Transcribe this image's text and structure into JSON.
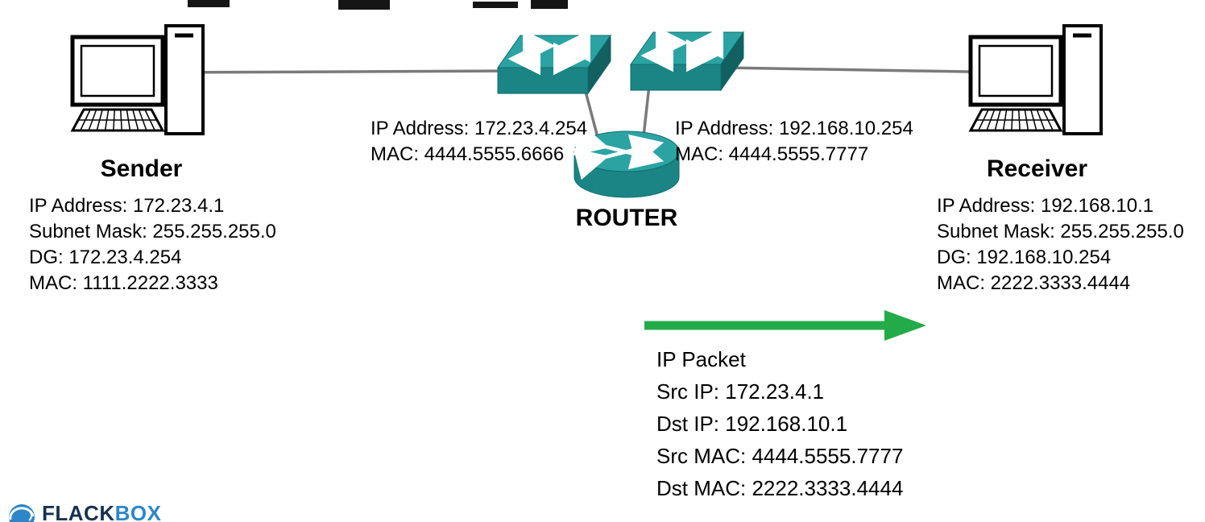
{
  "sender": {
    "title": "Sender",
    "details": [
      "IP Address: 172.23.4.1",
      "Subnet Mask: 255.255.255.0",
      "DG: 172.23.4.254",
      "MAC: 1111.2222.3333"
    ]
  },
  "receiver": {
    "title": "Receiver",
    "details": [
      "IP Address: 192.168.10.1",
      "Subnet Mask: 255.255.255.0",
      "DG: 192.168.10.254",
      "MAC: 2222.3333.4444"
    ]
  },
  "router": {
    "title": "ROUTER",
    "left_interface": [
      "IP Address: 172.23.4.254",
      "MAC: 4444.5555.6666"
    ],
    "right_interface": [
      "IP Address: 192.168.10.254",
      "MAC: 4444.5555.7777"
    ]
  },
  "packet": {
    "title": "IP Packet",
    "fields": [
      "Src IP: 172.23.4.1",
      "Dst IP: 192.168.10.1",
      "Src MAC: 4444.5555.7777",
      "Dst MAC: 2222.3333.4444"
    ]
  },
  "logo": {
    "part1": "FLACK",
    "part2": "BOX"
  },
  "icons": {
    "sender_device": "desktop-pc-icon",
    "receiver_device": "desktop-pc-icon",
    "left_switch": "network-switch-icon",
    "right_switch": "network-switch-icon",
    "router_device": "router-icon",
    "flow_arrow": "green-right-arrow",
    "logo_icon": "flackbox-globe-icon"
  },
  "colors": {
    "device_teal_top": "#2BA3A3",
    "device_teal_front": "#1B8585",
    "device_teal_side": "#126060",
    "flow_arrow_green": "#23AB49",
    "cable_gray": "#7A7A7A",
    "logo_navy": "#16324F",
    "logo_blue": "#2E86C8"
  }
}
